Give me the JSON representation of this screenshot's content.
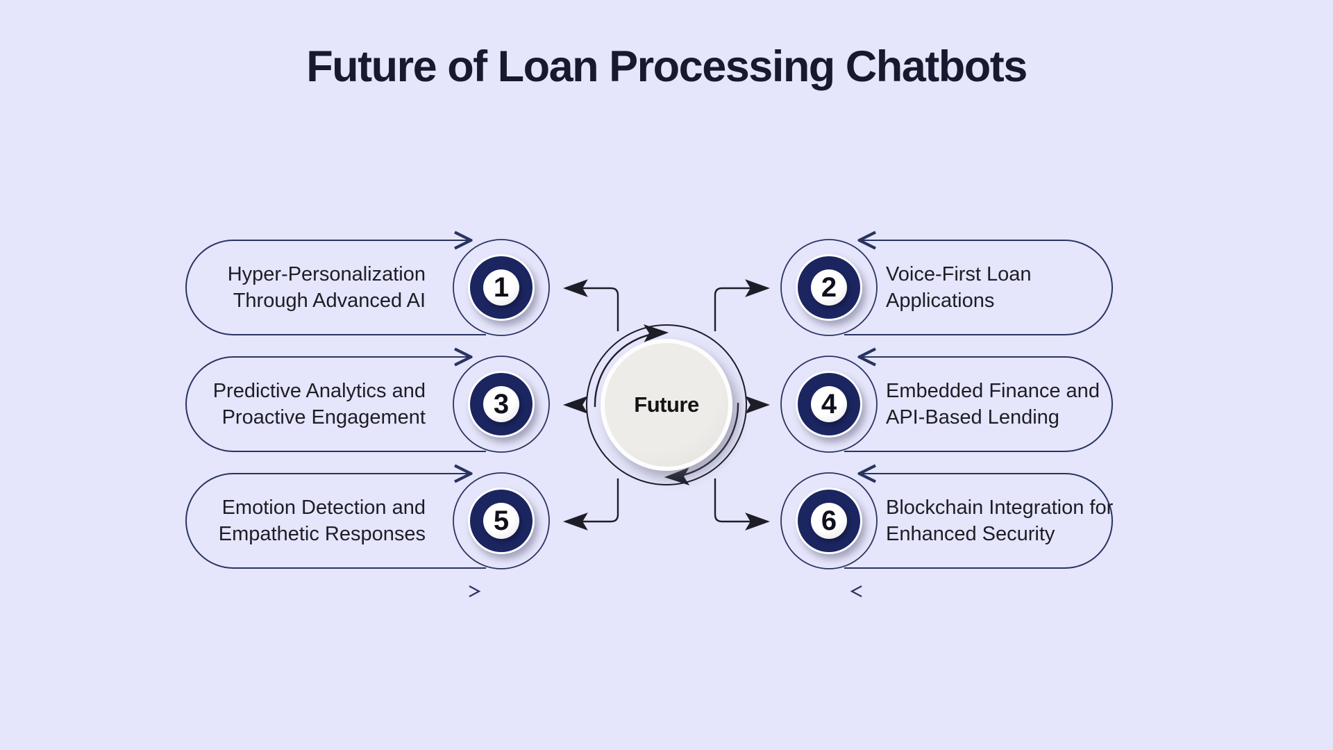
{
  "title": "Future of Loan Processing Chatbots",
  "center_node": {
    "label": "Future"
  },
  "items": [
    {
      "number": "1",
      "label": "Hyper-Personalization Through Advanced AI",
      "side": "left"
    },
    {
      "number": "2",
      "label": "Voice-First Loan Applications",
      "side": "right"
    },
    {
      "number": "3",
      "label": "Predictive Analytics and Proactive Engagement",
      "side": "left"
    },
    {
      "number": "4",
      "label": "Embedded Finance and API-Based Lending",
      "side": "right"
    },
    {
      "number": "5",
      "label": "Emotion Detection and Empathetic Responses",
      "side": "left"
    },
    {
      "number": "6",
      "label": "Blockchain Integration for Enhanced Security",
      "side": "right"
    }
  ],
  "decorations": {
    "bottom_left_chevron": ">",
    "bottom_right_chevron": "<"
  },
  "colors": {
    "background": "#e5e5fb",
    "capsule_outline": "#28335f",
    "badge_fill": "#1b2560",
    "connector_line": "#1d1d28",
    "center_fill": "#ebe9e5",
    "title_text": "#181831"
  }
}
